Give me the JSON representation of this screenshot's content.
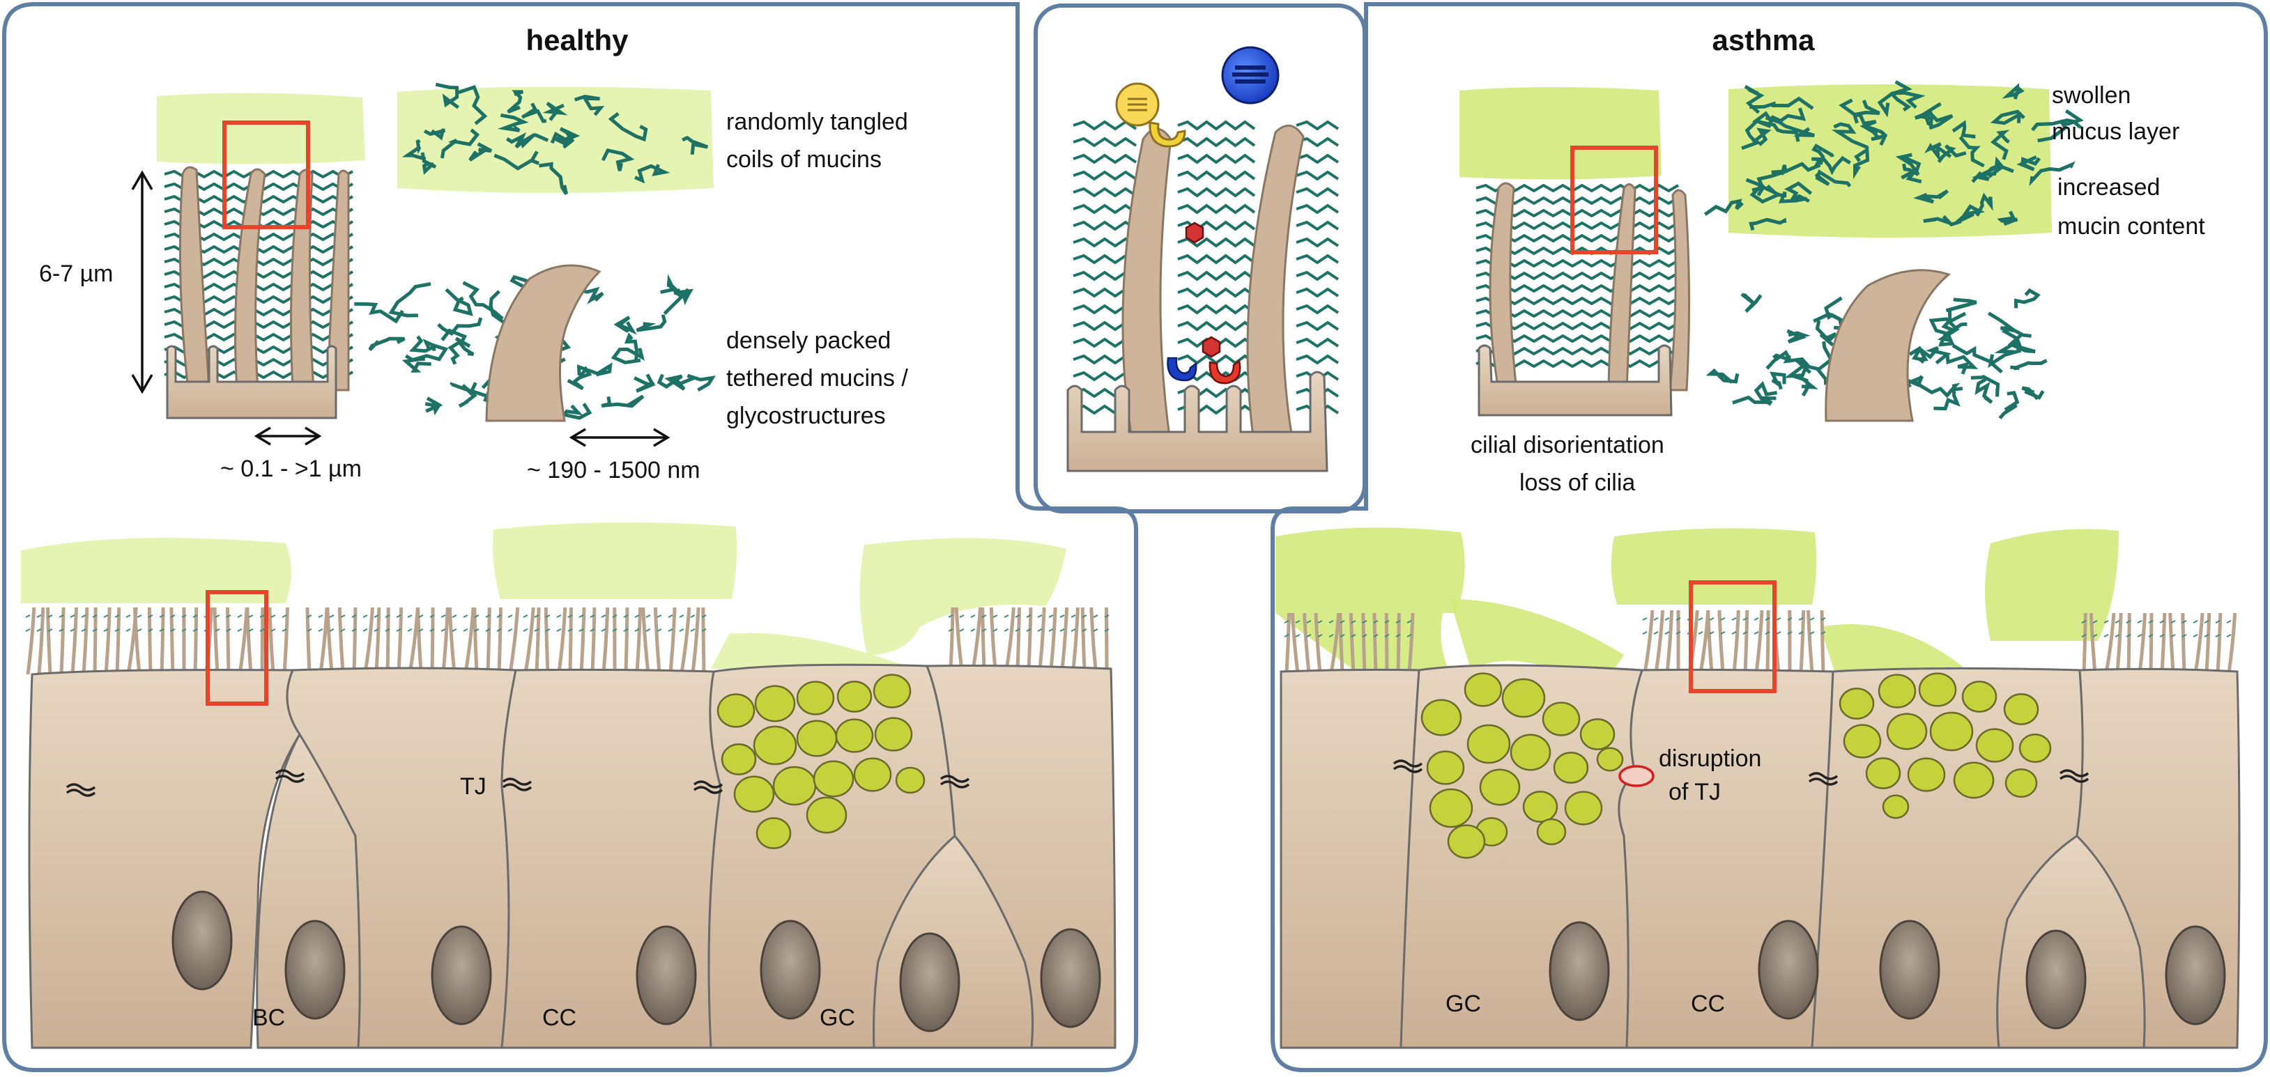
{
  "panels": {
    "left_title": "healthy",
    "right_title": "asthma"
  },
  "healthy": {
    "height_label": "6-7 µm",
    "spacing_label": "~ 0.1 - >1 µm",
    "mucin_size_label": "~ 190 - 1500 nm",
    "tangled_line1": "randomly tangled",
    "tangled_line2": "coils of mucins",
    "tethered_line1": "densely packed",
    "tethered_line2": "tethered mucins /",
    "tethered_line3": "glycostructures",
    "cell_labels": {
      "tj": "TJ",
      "bc": "BC",
      "cc": "CC",
      "gc": "GC"
    }
  },
  "asthma": {
    "swollen_line1": "swollen",
    "swollen_line2": "mucus layer",
    "increased_line1": "increased",
    "increased_line2": "mucin content",
    "cilia_line1": "cilial disorientation",
    "cilia_line2": "loss of cilia",
    "disruption_line1": "disruption",
    "disruption_line2": "of TJ",
    "cell_labels": {
      "gc": "GC",
      "cc": "CC"
    }
  },
  "colors": {
    "panel_border": "#5f7ea3",
    "mucus": "#e2f2a6",
    "mucin": "#1e7265",
    "highlight_box": "#e8442a",
    "cell": "#dcc6ad",
    "granule": "#c6d23b"
  },
  "icons": [
    "virus-icon",
    "allergen-icon",
    "pathogen-icon",
    "receptor-icon"
  ]
}
